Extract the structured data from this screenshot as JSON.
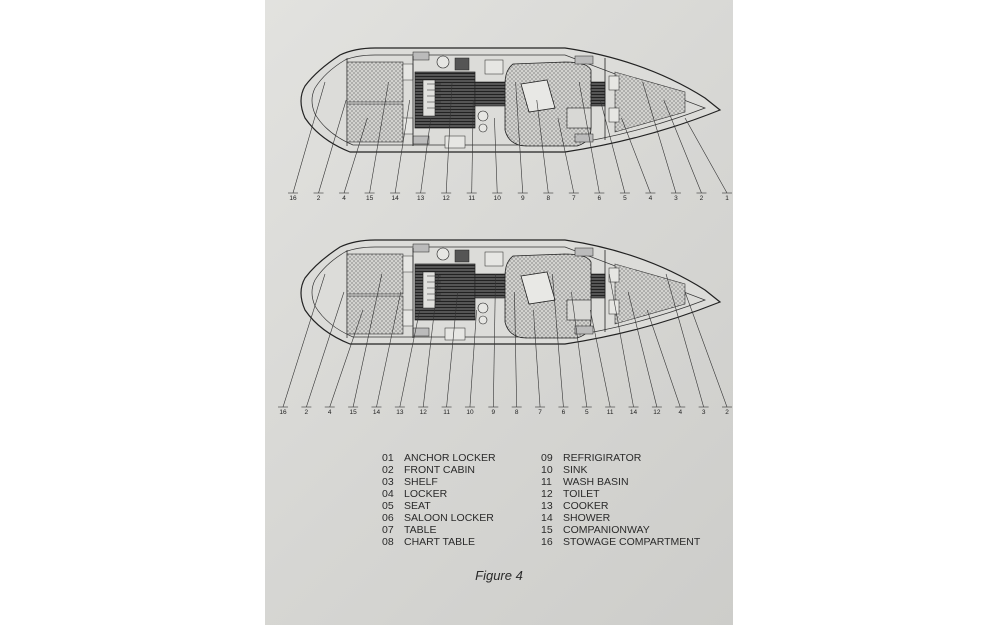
{
  "upper_plan": {
    "callouts_bottom": [
      "16",
      "2",
      "4",
      "15",
      "14",
      "13",
      "12",
      "11",
      "10",
      "9",
      "8",
      "7",
      "6",
      "5",
      "4",
      "3",
      "2",
      "1"
    ]
  },
  "lower_plan": {
    "callouts_bottom": [
      "16",
      "2",
      "4",
      "15",
      "14",
      "13",
      "12",
      "11",
      "10",
      "9",
      "8",
      "7",
      "6",
      "5",
      "11",
      "14",
      "12",
      "4",
      "3",
      "2"
    ]
  },
  "legend": [
    {
      "num": "01",
      "label": "ANCHOR LOCKER"
    },
    {
      "num": "02",
      "label": "FRONT CABIN"
    },
    {
      "num": "03",
      "label": "SHELF"
    },
    {
      "num": "04",
      "label": "LOCKER"
    },
    {
      "num": "05",
      "label": "SEAT"
    },
    {
      "num": "06",
      "label": "SALOON LOCKER"
    },
    {
      "num": "07",
      "label": "TABLE"
    },
    {
      "num": "08",
      "label": "CHART TABLE"
    },
    {
      "num": "09",
      "label": "REFRIGIRATOR"
    },
    {
      "num": "10",
      "label": "SINK"
    },
    {
      "num": "11",
      "label": "WASH BASIN"
    },
    {
      "num": "12",
      "label": "TOILET"
    },
    {
      "num": "13",
      "label": "COOKER"
    },
    {
      "num": "14",
      "label": "SHOWER"
    },
    {
      "num": "15",
      "label": "COMPANIONWAY"
    },
    {
      "num": "16",
      "label": "STOWAGE COMPARTMENT"
    }
  ],
  "caption": "Figure 4"
}
